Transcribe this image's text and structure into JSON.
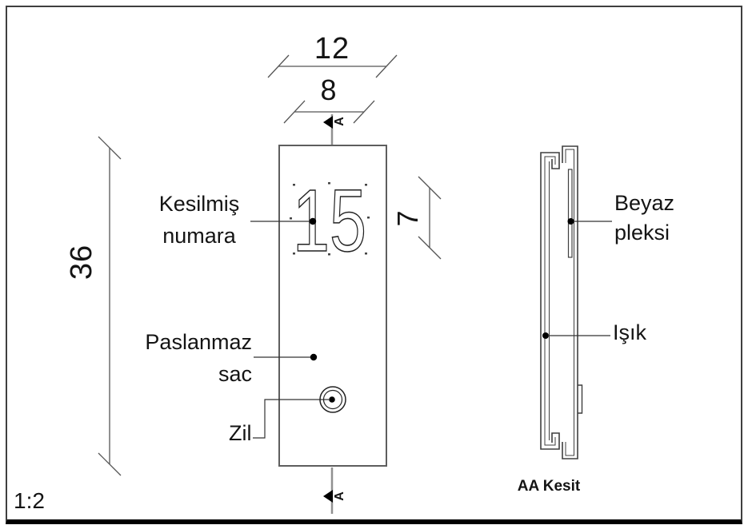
{
  "scale_label": "1:2",
  "front_view": {
    "number": "15",
    "dimensions": {
      "plate_width": "12",
      "number_field_width": "8",
      "plate_height": "36",
      "number_field_height": "7"
    },
    "section_marker": "A",
    "labels": {
      "cut_number_line1": "Kesilmiş",
      "cut_number_line2": "numara",
      "steel_line1": "Paslanmaz",
      "steel_line2": "sac",
      "bell": "Zil"
    }
  },
  "section_view": {
    "title": "AA Kesit",
    "labels": {
      "plexi_line1": "Beyaz",
      "plexi_line2": "pleksi",
      "light": "Işık"
    }
  },
  "colors": {
    "line": "#4a4a4a",
    "plate_outline": "#5e5e5e",
    "text": "#141414",
    "section_cut_line": "#909090",
    "marker_fill": "#000000"
  }
}
